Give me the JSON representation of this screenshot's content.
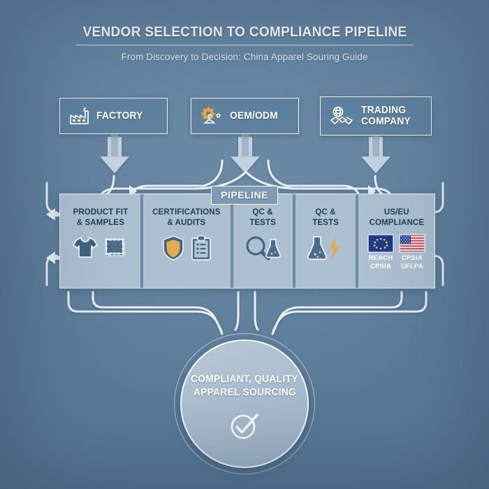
{
  "theme": {
    "background": "#5d809f",
    "panel_fill": "#adc0d1",
    "panel_frame": "#6a8aa6",
    "text_dark": "#1f3c56",
    "text_light": "#ffffff",
    "accent_gold": "#e2a93c",
    "connector": "#e7eef4"
  },
  "header": {
    "title": "VENDOR SELECTION TO COMPLIANCE PIPELINE",
    "subtitle": "From Discovery to Decision: China Apparel Souring Guide"
  },
  "sources": [
    {
      "label": "FACTORY",
      "icon": "factory-icon"
    },
    {
      "label": "OEM/ODM",
      "icon": "gear-hanger-icon"
    },
    {
      "label": "TRADING COMPANY",
      "icon": "handshake-globe-icon"
    }
  ],
  "pipeline": {
    "tag": "PIPELINE",
    "stages": [
      {
        "title": "PRODUCT FIT\n& SAMPLES",
        "line1": "PRODUCT FIT",
        "line2": "& SAMPLES",
        "icons": [
          "tshirt-icon",
          "fabric-swatch-icon"
        ]
      },
      {
        "title": "CERTIFICATIONS\n& AUDITS",
        "line1": "CERTIFICATIONS",
        "line2": "& AUDITS",
        "icons": [
          "shield-icon",
          "clipboard-checklist-icon"
        ]
      },
      {
        "title": "QC &\nTESTS",
        "line1": "QC &",
        "line2": "TESTS",
        "icons": [
          "magnifier-flask-icon",
          ""
        ]
      },
      {
        "title": "QC &\nTESTS",
        "line1": "QC &",
        "line2": "TESTS",
        "icons": [
          "flask-bolt-icon",
          ""
        ]
      },
      {
        "title": "US/EU\nCOMPLIANCE",
        "line1": "US/EU",
        "line2": "COMPLIANCE",
        "badges": [
          {
            "icon": "eu-flag-icon",
            "line1": "REACH",
            "line2": "CPSIA"
          },
          {
            "icon": "us-flag-icon",
            "line1": "CPSIA",
            "line2": "UFLPA"
          }
        ]
      }
    ]
  },
  "outcome": {
    "line1": "COMPLIANT, QUALITY",
    "line2": "APPAREL SOURCING",
    "icon": "check-circle-icon"
  }
}
